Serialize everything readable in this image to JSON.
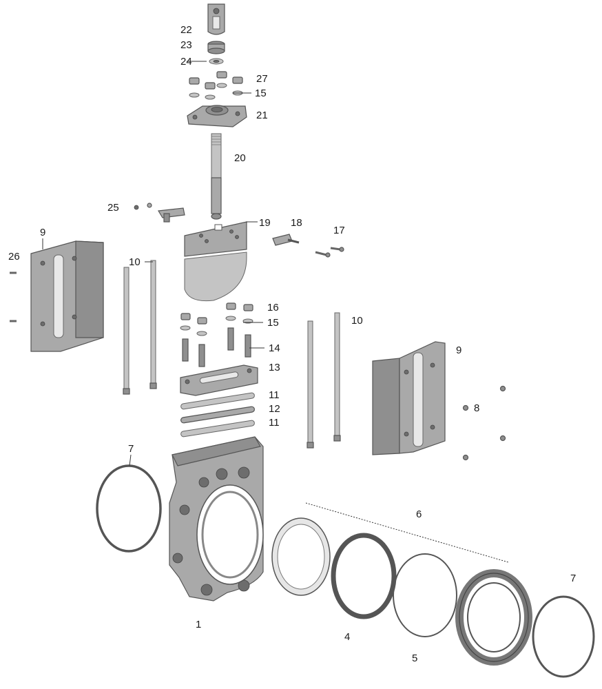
{
  "diagram": {
    "labels": {
      "p1": "1",
      "p4": "4",
      "p5": "5",
      "p6": "6",
      "p7a": "7",
      "p7b": "7",
      "p8": "8",
      "p9a": "9",
      "p9b": "9",
      "p10a": "10",
      "p10b": "10",
      "p11a": "11",
      "p11b": "11",
      "p12": "12",
      "p13": "13",
      "p14": "14",
      "p15a": "15",
      "p15b": "15",
      "p16": "16",
      "p17": "17",
      "p18": "18",
      "p19": "19",
      "p20": "20",
      "p21": "21",
      "p22": "22",
      "p23": "23",
      "p24": "24",
      "p25": "25",
      "p26": "26",
      "p27": "27"
    }
  }
}
